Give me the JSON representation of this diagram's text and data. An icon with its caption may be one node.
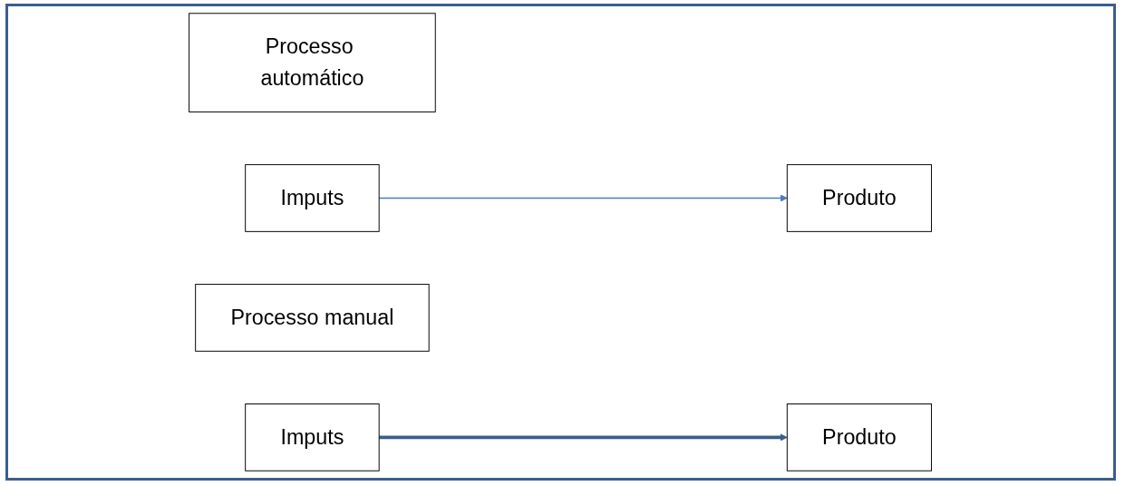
{
  "diagram": {
    "nodes": [
      {
        "text": [
          "Processo automático"
        ]
      },
      {
        "text": [
          "Imputs"
        ]
      },
      {
        "text": [
          "Produto"
        ]
      },
      {
        "text": [
          "Processo manual"
        ]
      },
      {
        "text": [
          "Imputs"
        ]
      },
      {
        "text": [
          "Produto"
        ]
      }
    ],
    "edges": [
      {
        "from": 1,
        "to": 2,
        "arrow": "to",
        "color": "#4a7ebb"
      },
      {
        "from": 4,
        "to": 5,
        "arrow": "to",
        "style": "thick",
        "color": "#3b5e8c"
      }
    ]
  }
}
